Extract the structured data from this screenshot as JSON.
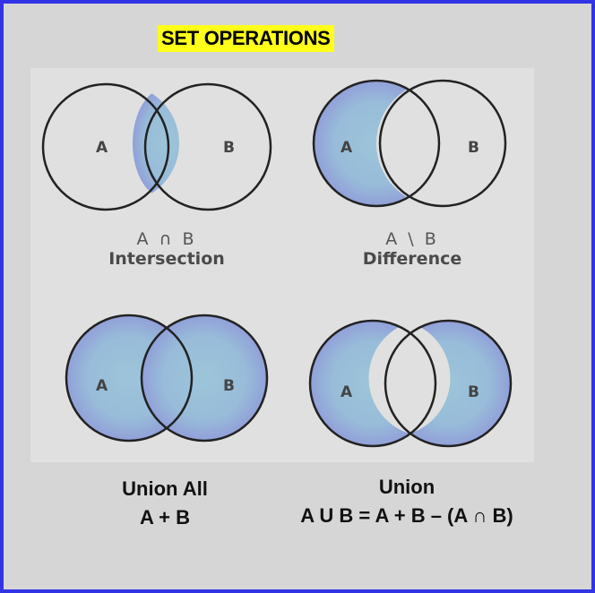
{
  "title": "SET OPERATIONS",
  "colors": {
    "frame": "#3333e6",
    "title_highlight": "#ffff1a",
    "fill_center": "#9dc5d9",
    "fill_edge": "#8d8fd9",
    "outline": "#222222"
  },
  "diagrams": [
    {
      "set_a": "A",
      "set_b": "B",
      "shaded": "intersection",
      "symbol": "A ∩ B",
      "name": "Intersection"
    },
    {
      "set_a": "A",
      "set_b": "B",
      "shaded": "a-minus-b",
      "symbol": "A \\ B",
      "name": "Difference"
    },
    {
      "set_a": "A",
      "set_b": "B",
      "shaded": "both",
      "line1": "Union All",
      "line2": "A + B"
    },
    {
      "set_a": "A",
      "set_b": "B",
      "shaded": "symmetric-difference",
      "line1": "Union",
      "line2": "A U B = A + B – (A ∩ B)"
    }
  ]
}
